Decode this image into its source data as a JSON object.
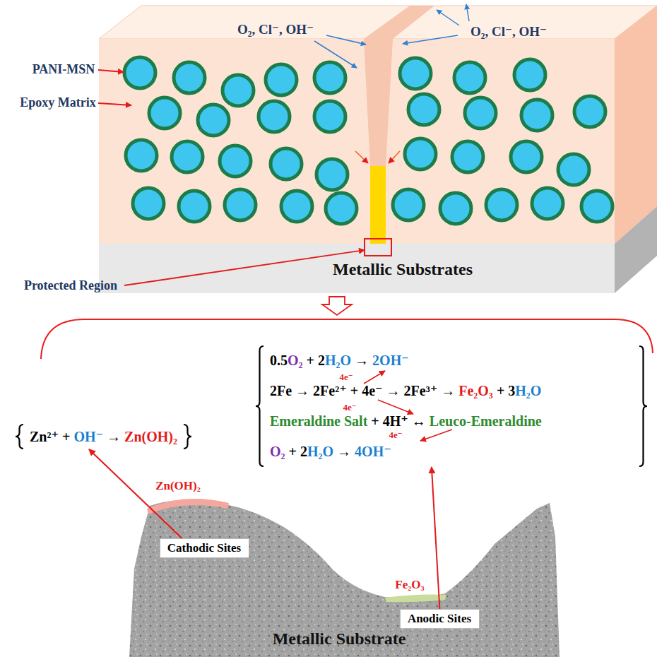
{
  "diagram": {
    "nodes": [
      {
        "text": [
          "Zn²⁺ + OH⁻ → Zn(OH)₂"
        ]
      },
      {
        "text": [
          "0.5O₂ + 2H₂O → 2OH⁻",
          "2Fe → 2Fe²⁺ + 4e⁻ → 2Fe³⁺ → Fe₂O₃ + 3H₂O",
          "Emeraldine Salt + 4H⁺ ↔ Leuco-Emeraldine",
          "O₂ + 2H₂O → 4OH⁻"
        ]
      },
      {
        "text": [
          "Cathodic Sites"
        ]
      },
      {
        "text": [
          "Anodic Sites"
        ]
      }
    ],
    "edges": [
      {
        "from": 2,
        "to": 0,
        "arrow": "to"
      },
      {
        "from": 3,
        "to": 1,
        "arrow": "to"
      }
    ],
    "labels": [
      "O₂, Cl⁻, OH⁻",
      "O₂, Cl⁻, OH⁻",
      "PANI-MSN",
      "Epoxy Matrix",
      "Metallic Substrates",
      "Protected Region",
      "4e⁻",
      "4e⁻",
      "4e⁻",
      "Zn(OH)₂",
      "Fe₂O₃",
      "Metallic Substrate"
    ]
  }
}
